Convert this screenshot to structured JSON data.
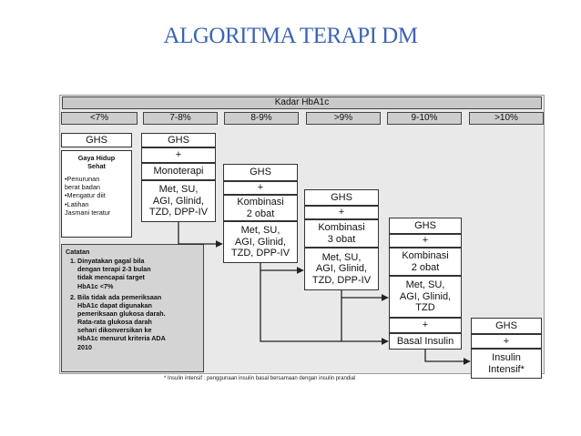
{
  "title": "ALGORITMA TERAPI DM",
  "header": "Kadar HbA1c",
  "columns": [
    "<7%",
    "7-8%",
    "8-9%",
    ">9%",
    "9-10%",
    ">10%"
  ],
  "gaya": {
    "title": "Gaya Hidup\nSehat",
    "items": [
      "•Penurunan\nberat badan",
      "•Mengatur diit",
      "•Latihan\nJasmani teratur"
    ]
  },
  "col1": {
    "ghs": "GHS"
  },
  "col2": {
    "ghs": "GHS",
    "plus": "+",
    "therapy": "Monoterapi",
    "drugs": "Met, SU,\nAGI, Glinid,\nTZD, DPP-IV"
  },
  "col3": {
    "ghs": "GHS",
    "plus": "+",
    "therapy": "Kombinasi\n2 obat",
    "drugs": "Met, SU,\nAGI, Glinid,\nTZD, DPP-IV"
  },
  "col4": {
    "ghs": "GHS",
    "plus": "+",
    "therapy": "Kombinasi\n3 obat",
    "drugs": "Met, SU,\nAGI, Glinid,\nTZD, DPP-IV"
  },
  "col5": {
    "ghs": "GHS",
    "plus": "+",
    "therapy": "Kombinasi\n2 obat",
    "drugs": "Met, SU,\nAGI, Glinid,\nTZD",
    "plus2": "+",
    "insulin": "Basal Insulin"
  },
  "col6": {
    "ghs": "GHS",
    "plus": "+",
    "insulin": "Insulin\nIntensif*"
  },
  "catatan": {
    "title": "Catatan",
    "items": [
      "Dinyatakan gagal bila\ndengan terapi 2-3 bulan\ntidak mencapai target\nHbA1c <7%",
      "Bila tidak ada pemeriksaan\nHbA1c dapat digunakan\npemeriksaan glukosa darah.\nRata-rata glukosa darah\nsehari dikonversikan ke\nHbA1c menurut kriteria ADA\n2010"
    ]
  },
  "footnote": "* Insulin intensif : penggunaan insulin basal bersamaan dengan insulin prandial"
}
